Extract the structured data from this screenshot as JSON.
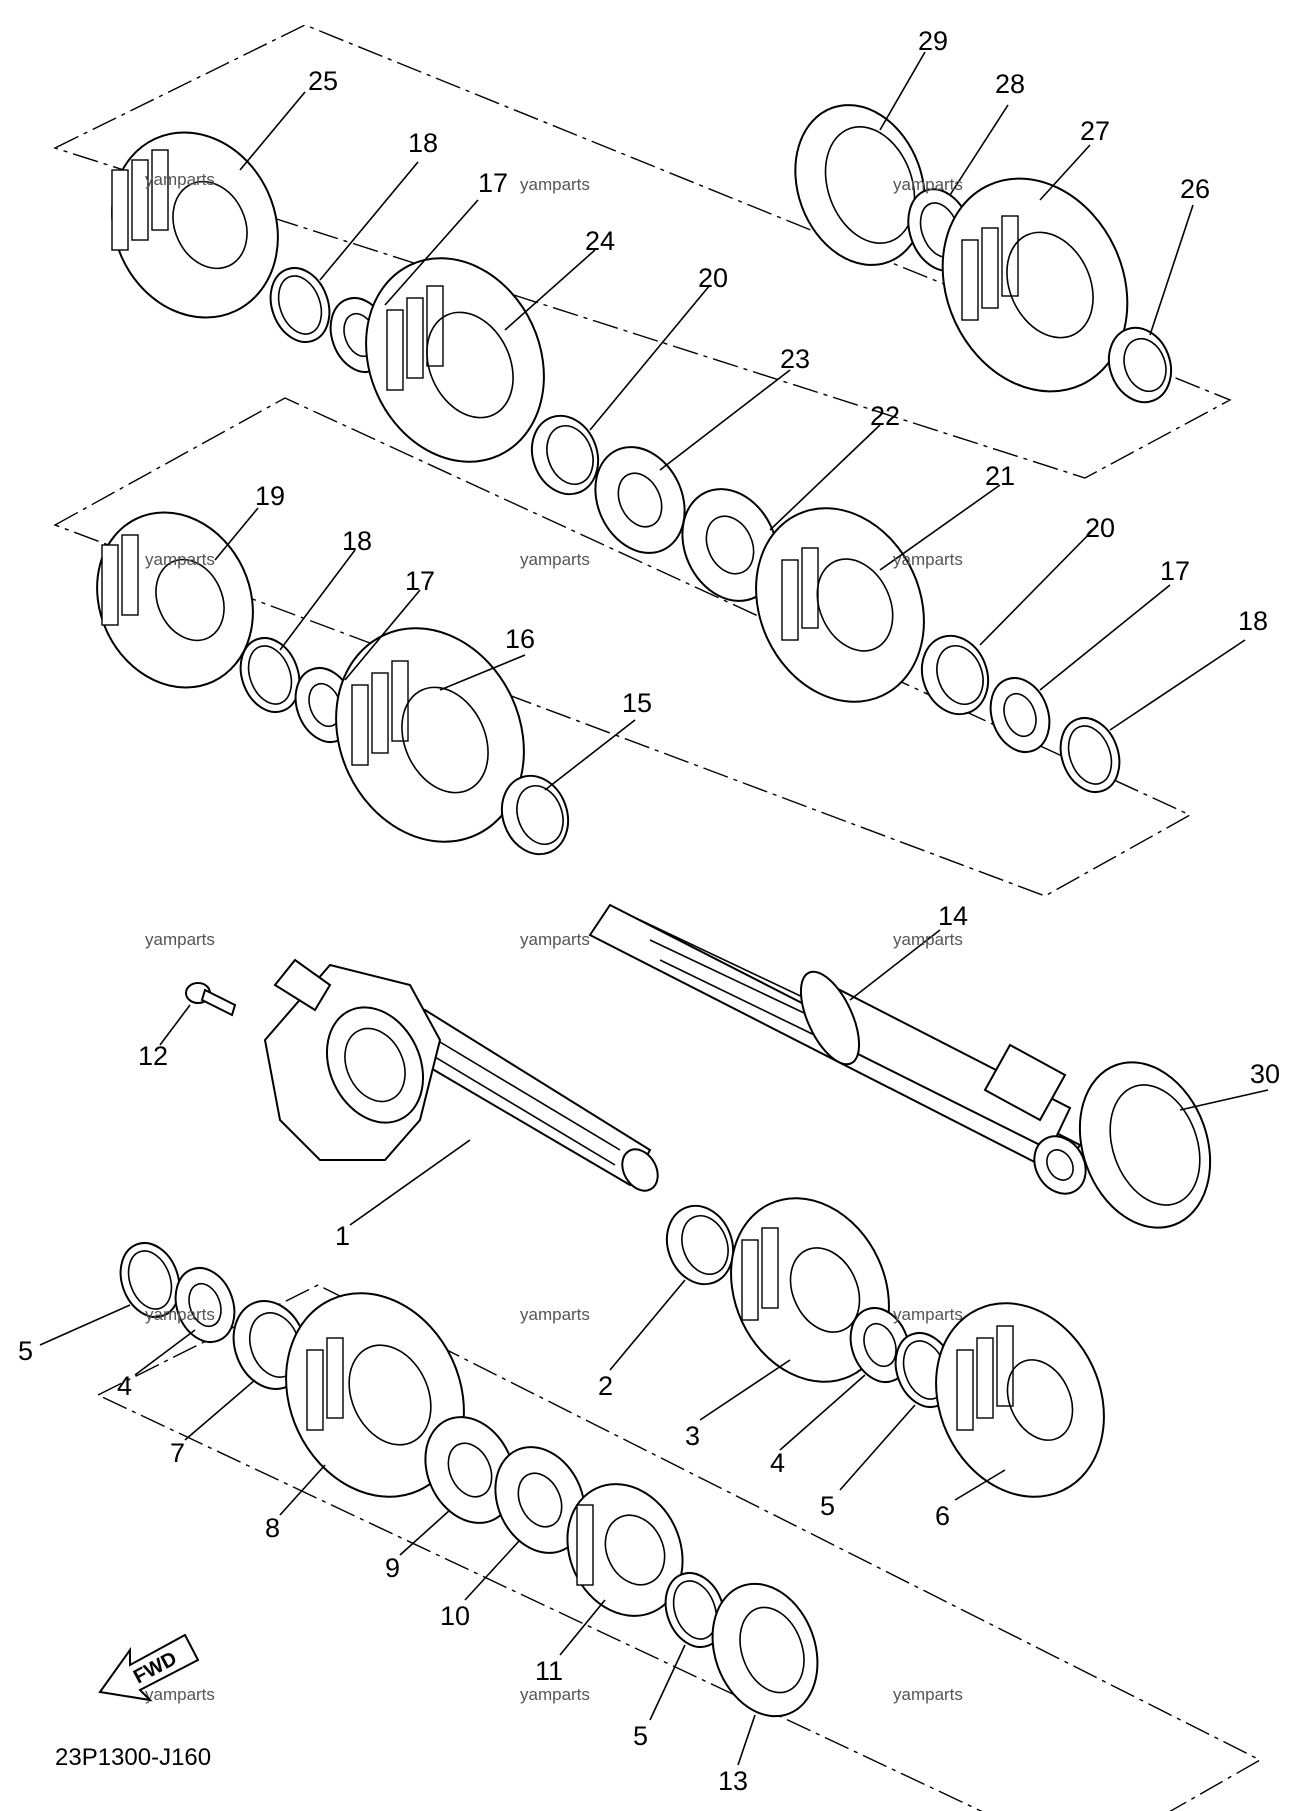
{
  "diagram_code": "23P1300-J160",
  "fwd_label": "FWD",
  "watermark": "yamparts",
  "callouts": {
    "c1": "1",
    "c2": "2",
    "c3": "3",
    "c4a": "4",
    "c4b": "4",
    "c5a": "5",
    "c5b": "5",
    "c5c": "5",
    "c6": "6",
    "c7": "7",
    "c8": "8",
    "c9": "9",
    "c10": "10",
    "c11": "11",
    "c12": "12",
    "c13": "13",
    "c14": "14",
    "c15": "15",
    "c16": "16",
    "c17a": "17",
    "c17b": "17",
    "c17c": "17",
    "c18a": "18",
    "c18b": "18",
    "c18c": "18",
    "c19": "19",
    "c20a": "20",
    "c20b": "20",
    "c21": "21",
    "c22": "22",
    "c23": "23",
    "c24": "24",
    "c25": "25",
    "c26": "26",
    "c27": "27",
    "c28": "28",
    "c29": "29",
    "c30": "30"
  }
}
